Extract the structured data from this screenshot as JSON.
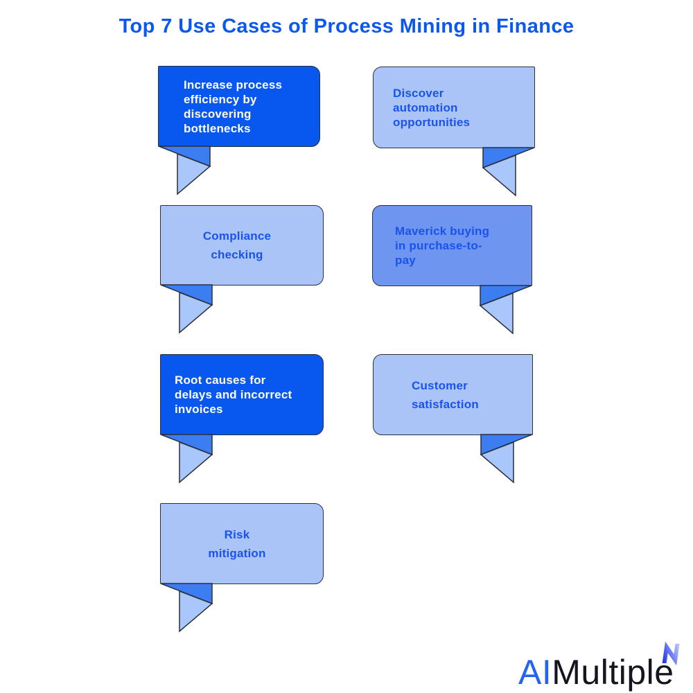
{
  "title": {
    "text": "Top 7 Use Cases of Process Mining in Finance"
  },
  "bubbles": [
    {
      "name": "increase-process-efficiency",
      "variant": "dark",
      "tail": "left",
      "lines": [
        "Increase process",
        "efficiency by",
        "discovering",
        "bottlenecks"
      ]
    },
    {
      "name": "discover-automation",
      "variant": "light",
      "tail": "right",
      "lines": [
        "Discover",
        "automation",
        "opportunities"
      ]
    },
    {
      "name": "compliance-checking",
      "variant": "light",
      "tail": "left",
      "lines": [
        "Compliance",
        "checking"
      ]
    },
    {
      "name": "maverick-buying",
      "variant": "medium",
      "tail": "right",
      "lines": [
        "Maverick buying",
        "in purchase-to-",
        "pay"
      ]
    },
    {
      "name": "root-causes",
      "variant": "dark",
      "tail": "left",
      "lines": [
        "Root causes for",
        "delays and incorrect",
        "invoices"
      ]
    },
    {
      "name": "customer-satisfaction",
      "variant": "light",
      "tail": "right",
      "lines": [
        "Customer",
        "satisfaction"
      ]
    },
    {
      "name": "risk-mitigation",
      "variant": "light",
      "tail": "left",
      "lines": [
        "Risk",
        "mitigation"
      ]
    }
  ],
  "logo": {
    "prefix": "AI",
    "suffix": "Multiple",
    "mark": "bolt-zigzag-icon"
  },
  "colors": {
    "titleBlue": "#0b57f1",
    "darkFill": "#0857ee",
    "lightFill": "#abc4f8",
    "mediumFill": "#6e96f0",
    "textBlue": "#1a53ec",
    "tailMid": "#3d7df2",
    "tailLight": "#a9c7fb",
    "line": "#2b2f3a",
    "brandBlue": "#2563f1",
    "brandDark": "#15161d",
    "markGradStart": "#2438e9",
    "markGradEnd": "#b7c3ff"
  }
}
